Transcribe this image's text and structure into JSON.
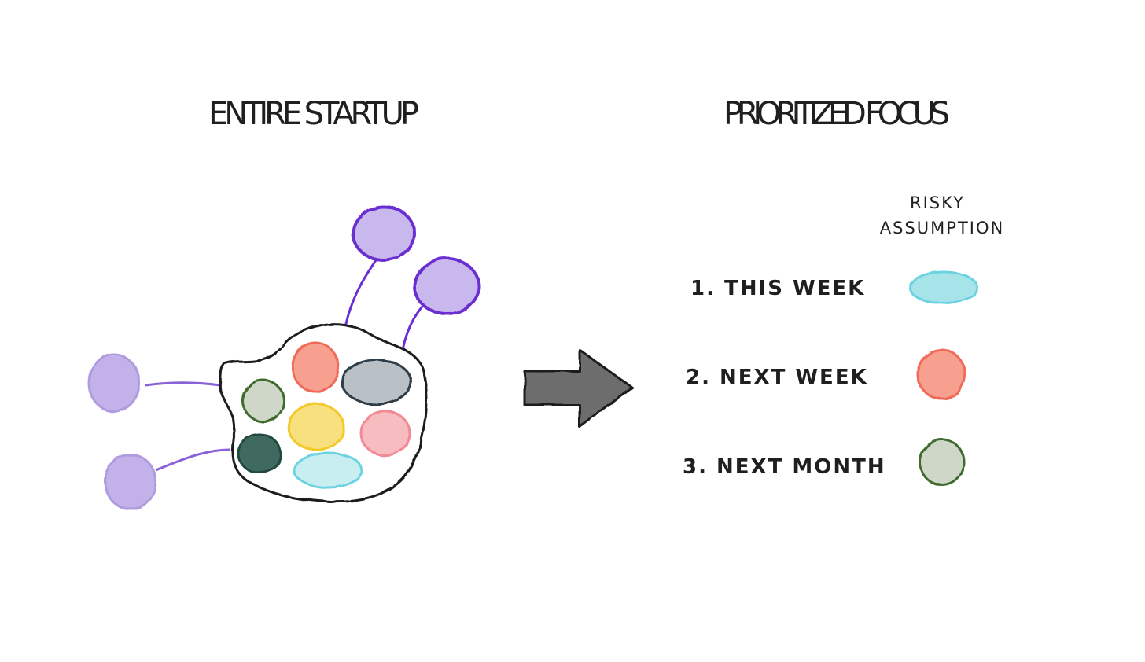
{
  "left": {
    "title": "ENTIRE STARTUP"
  },
  "right": {
    "title": "PRIORITIZED FOCUS",
    "column_header": [
      "RISKY",
      "ASSUMPTION"
    ],
    "rows": [
      {
        "label": "1. THIS WEEK",
        "color": "#a6e4ea",
        "stroke": "#6ed3e0"
      },
      {
        "label": "2. NEXT WEEK",
        "color": "#f7a08f",
        "stroke": "#f06b5a"
      },
      {
        "label": "3. NEXT MONTH",
        "color": "#cfd8c8",
        "stroke": "#3f6b2e"
      }
    ]
  },
  "colors": {
    "outline": "#1f1f1f",
    "purple_stroke": "#6a2fd1",
    "purple_fill": "#c3b2ea",
    "arrow_fill": "#6d6d6d"
  }
}
